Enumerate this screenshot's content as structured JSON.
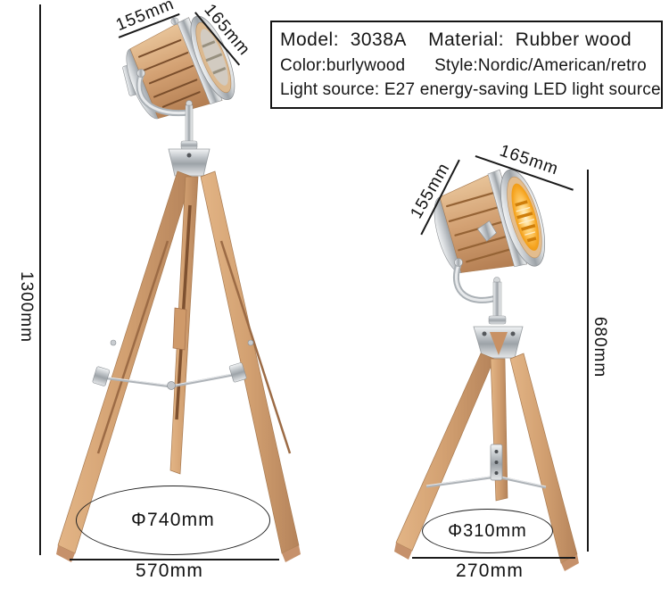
{
  "page": {
    "kind": "product-dimension-sheet",
    "background": "#ffffff"
  },
  "spec_box": {
    "line1": "Model:  3038A    Material:  Rubber wood",
    "line2": "Color:burlywood      Style:Nordic/American/retro",
    "line3": "Light source: E27 energy-saving LED light source"
  },
  "floor_lamp": {
    "name": "tripod floor lamp",
    "label_head_width": "155mm",
    "label_head_depth": "165mm",
    "label_height": "1300mm",
    "label_base_diameter": "Φ740mm",
    "label_base_width": "570mm"
  },
  "table_lamp": {
    "name": "tripod table lamp",
    "label_head_width": "155mm",
    "label_head_depth": "165mm",
    "label_height": "680mm",
    "label_base_diameter": "Φ310mm",
    "label_base_width": "270mm"
  },
  "colors": {
    "wood": "#d3a173",
    "wood_dark": "#b27c50",
    "chrome": "#c9cdd1",
    "glow_amber": "#f6a41f",
    "dimension_line": "#1a1a1a"
  }
}
